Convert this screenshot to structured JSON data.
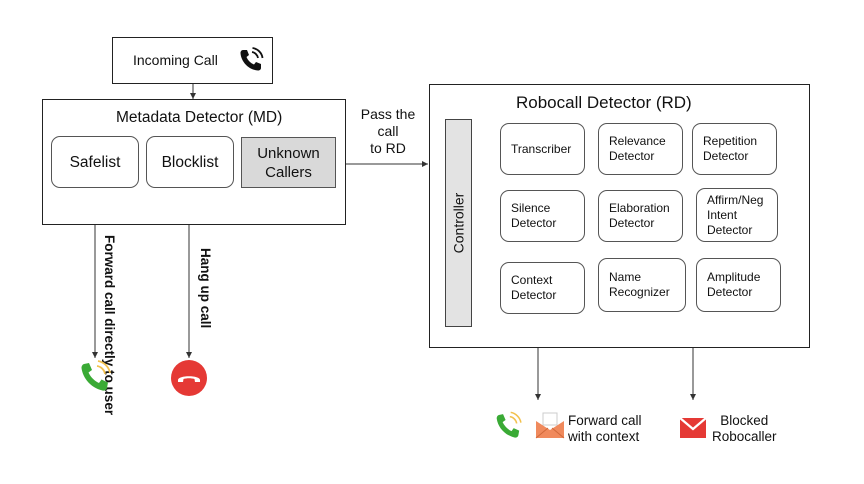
{
  "incoming_call": {
    "label": "Incoming Call",
    "icon": "phone-ringing-icon"
  },
  "metadata_detector": {
    "title": "Metadata Detector (MD)",
    "safelist": "Safelist",
    "blocklist": "Blocklist",
    "unknown_line1": "Unknown",
    "unknown_line2": "Callers"
  },
  "pass_label": {
    "line1": "Pass the",
    "line2": "call",
    "line3": "to RD"
  },
  "robocall_detector": {
    "title": "Robocall Detector (RD)",
    "controller": "Controller",
    "detectors": {
      "transcriber": [
        "Transcriber"
      ],
      "relevance": [
        "Relevance",
        "Detector"
      ],
      "repetition": [
        "Repetition",
        "Detector"
      ],
      "silence": [
        "Silence",
        "Detector"
      ],
      "elaboration": [
        "Elaboration",
        "Detector"
      ],
      "affirm": [
        "Affirm/Neg",
        "Intent",
        "Detector"
      ],
      "context": [
        "Context",
        "Detector"
      ],
      "name": [
        "Name",
        "Recognizer"
      ],
      "amplitude": [
        "Amplitude",
        "Detector"
      ]
    }
  },
  "safelist_action": {
    "line1": "Forward call",
    "line2": "directly to user"
  },
  "blocklist_action": {
    "line1": "Hang up",
    "line2": "call"
  },
  "rd_outputs": {
    "forward": {
      "line1": "Forward call",
      "line2": "with context"
    },
    "blocked": {
      "line1": "Blocked",
      "line2": "Robocaller"
    }
  },
  "colors": {
    "green": "#3aaa35",
    "red": "#e53935",
    "gray": "#d9d9d9",
    "envelope": "#f08a5d",
    "yellow": "#f2c14e"
  }
}
